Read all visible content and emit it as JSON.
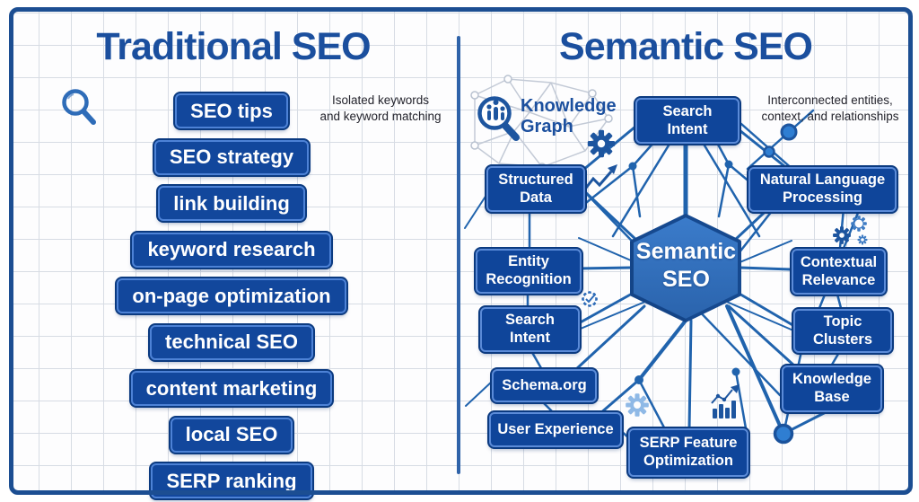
{
  "left_panel": {
    "title": "Traditional SEO",
    "caption": "Isolated keywords\nand keyword matching",
    "items": [
      "SEO tips",
      "SEO strategy",
      "link building",
      "keyword research",
      "on-page optimization",
      "technical SEO",
      "content marketing",
      "local SEO",
      "SERP ranking"
    ]
  },
  "right_panel": {
    "title": "Semantic SEO",
    "caption": "Interconnected entities,\ncontext, and relationships",
    "knowledge_graph_label": "Knowledge\nGraph",
    "center_label": "Semantic\nSEO",
    "boxes": [
      {
        "id": "search-intent-top",
        "label": "Search\nIntent"
      },
      {
        "id": "structured-data",
        "label": "Structured\nData"
      },
      {
        "id": "natural-language-processing",
        "label": "Natural Language\nProcessing"
      },
      {
        "id": "entity-recognition",
        "label": "Entity\nRecognition"
      },
      {
        "id": "contextual-relevance",
        "label": "Contextual\nRelevance"
      },
      {
        "id": "search-intent-left",
        "label": "Search\nIntent"
      },
      {
        "id": "topic-clusters",
        "label": "Topic\nClusters"
      },
      {
        "id": "schema-org",
        "label": "Schema.org"
      },
      {
        "id": "knowledge-base",
        "label": "Knowledge\nBase"
      },
      {
        "id": "user-experience",
        "label": "User Experience"
      },
      {
        "id": "serp-feature-optimization",
        "label": "SERP Feature\nOptimization"
      }
    ]
  },
  "colors": {
    "title_blue": "#1b4f9e",
    "box_fill": "#0f459a",
    "box_border": "#5b8bd8",
    "line_blue": "#2063ad",
    "frame_blue": "#1c4e92",
    "grid_line": "#d7dce4"
  }
}
